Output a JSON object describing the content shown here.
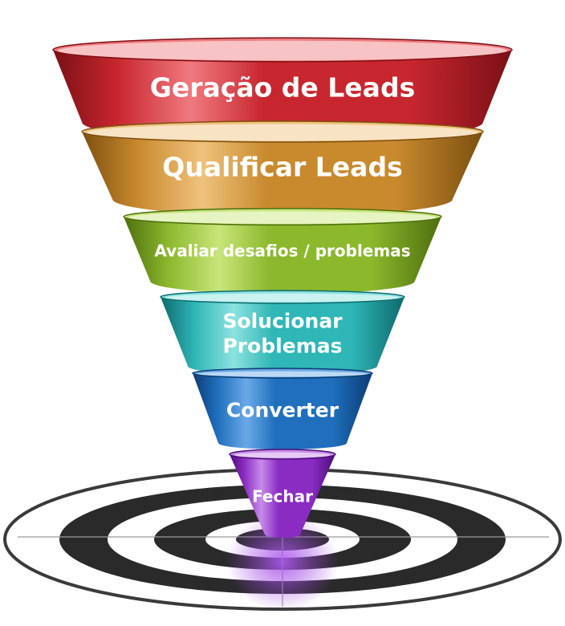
{
  "stages": [
    {
      "label": "Geração de Leads",
      "lines": [
        "Geração de Leads"
      ],
      "color": "#c8262e",
      "dark": "#7a1016",
      "light": "#f07a7e"
    },
    {
      "label": "Qualificar Leads",
      "lines": [
        "Qualificar Leads"
      ],
      "color": "#c98a2e",
      "dark": "#7c4f10",
      "light": "#efc27c"
    },
    {
      "label": "Avaliar desafios / problemas",
      "lines": [
        "Avaliar desafios / problemas"
      ],
      "color": "#8cb82c",
      "dark": "#4d6e0e",
      "light": "#c8e57a"
    },
    {
      "label": "Solucionar Problemas",
      "lines": [
        "Solucionar",
        "Problemas"
      ],
      "color": "#2fb6b6",
      "dark": "#0e6a6e",
      "light": "#8be3e0"
    },
    {
      "label": "Converter",
      "lines": [
        "Converter"
      ],
      "color": "#1f6fbd",
      "dark": "#0c3b73",
      "light": "#6aa9e8"
    },
    {
      "label": "Fechar",
      "lines": [
        "Fechar"
      ],
      "color": "#8a2cc2",
      "dark": "#4c0e76",
      "light": "#c78bea"
    }
  ]
}
